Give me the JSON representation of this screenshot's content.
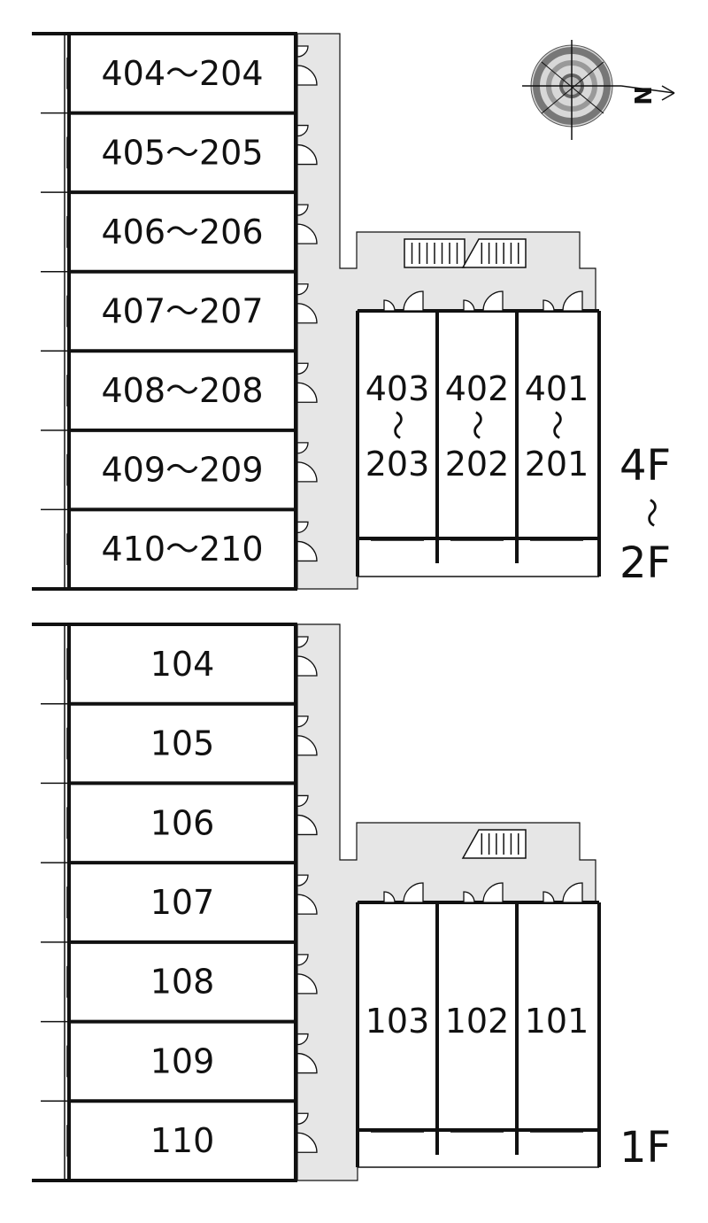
{
  "upper_block": {
    "floor_label_top": "4F",
    "floor_label_wave": "〜",
    "floor_label_bottom": "2F",
    "west_units": [
      "404〜204",
      "405〜205",
      "406〜206",
      "407〜207",
      "408〜208",
      "409〜209",
      "410〜210"
    ],
    "east_units": [
      {
        "top": "403",
        "wave": "〜",
        "bottom": "203"
      },
      {
        "top": "402",
        "wave": "〜",
        "bottom": "202"
      },
      {
        "top": "401",
        "wave": "〜",
        "bottom": "201"
      }
    ]
  },
  "lower_block": {
    "floor_label": "1F",
    "west_units": [
      "104",
      "105",
      "106",
      "107",
      "108",
      "109",
      "110"
    ],
    "east_units": [
      "103",
      "102",
      "101"
    ]
  },
  "compass": {
    "north_label": "N",
    "icon": "compass-icon"
  },
  "colors": {
    "corridor": "#e6e6e6",
    "lines": "#111111"
  }
}
